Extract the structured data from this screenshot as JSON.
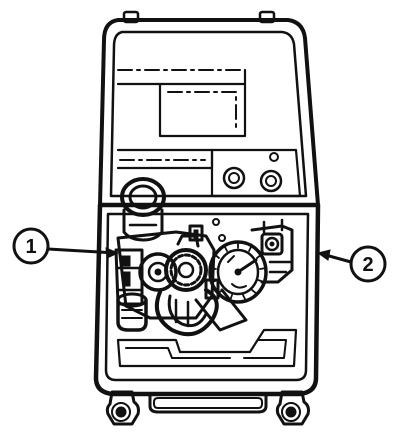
{
  "figure": {
    "callouts": [
      {
        "number": "1"
      },
      {
        "number": "2"
      }
    ]
  },
  "colors": {
    "ink": "#111111",
    "paper": "#ffffff"
  },
  "icons": {
    "case": "instrument-case-line-art",
    "pointer": "leader-line-arrow"
  }
}
